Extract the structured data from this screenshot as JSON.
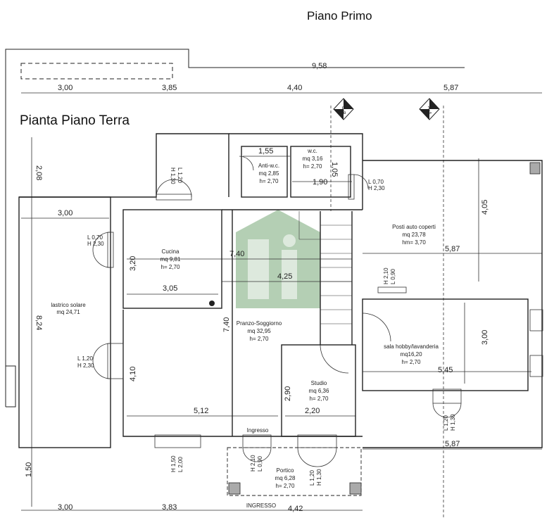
{
  "titles": {
    "upper": "Piano Primo",
    "lower": "Pianta Piano Terra"
  },
  "dimensions": {
    "top_total": "9,58",
    "top": [
      "3,00",
      "3,85",
      "4,40",
      "5,87"
    ],
    "bottom": [
      "3,00",
      "3,83",
      "4,42"
    ],
    "left": [
      "2,08",
      "8,24",
      "1,50"
    ],
    "right": [
      "4,05",
      "3,00"
    ],
    "inner": {
      "lastrico_width": "3,00",
      "antiwc_width": "1,55",
      "wc_width": "1,90",
      "wc_height": "1,05",
      "cucina_height": "3,20",
      "cucina_width": "3,05",
      "soggiorno_width": "7,40",
      "soggiorno_height": "7,40",
      "stair_width": "4,25",
      "lower_left_height": "4,10",
      "lower_width": "5,12",
      "studio_height": "2,90",
      "studio_width": "2,20",
      "garage_width": "5,87",
      "garage_bottom_width": "5,87",
      "hobby_width": "5,45"
    }
  },
  "rooms": {
    "lastrico": [
      "lastrico solare",
      "mq 24,71"
    ],
    "cucina": [
      "Cucina",
      "mq 9,81",
      "h= 2,70"
    ],
    "antiwc": [
      "Anti-w.c.",
      "mq 2,85",
      "h= 2,70"
    ],
    "wc": [
      "w.c.",
      "mq 3,16",
      "h= 2,70"
    ],
    "soggiorno": [
      "Pranzo-Soggiorno",
      "mq 32,95",
      "h= 2,70"
    ],
    "posti": [
      "Posti auto coperti",
      "mq 23,78",
      "hm= 3,70"
    ],
    "hobby": [
      "sala hobby/lavanderia",
      "mq16,20",
      "h= 2,70"
    ],
    "studio": [
      "Studio",
      "mq 6,36",
      "h= 2,70"
    ],
    "portico": [
      "Portico",
      "mq 6,28",
      "h= 2,70"
    ]
  },
  "openings": {
    "w_left_top": [
      "L 0,70",
      "H 2,30"
    ],
    "w_left_bottom": [
      "L 1,20",
      "H 2,30"
    ],
    "w_cucina": [
      "H 1,30",
      "L 1,20"
    ],
    "w_wc": [
      "L 0,70",
      "H 2,30"
    ],
    "w_hobby_top": [
      "H 2,10",
      "L 0,90"
    ],
    "w_bottom_left": [
      "H 1,50",
      "L 2,00"
    ],
    "w_ingresso": [
      "H 2,10",
      "L 0,90"
    ],
    "w_portico": [
      "L 1,20",
      "H 1,30"
    ],
    "w_hobby_bottom": [
      "L 1,20",
      "H 1,30"
    ]
  },
  "labels": {
    "ingresso": "Ingresso",
    "ingresso_main": "INGRESSO"
  },
  "section_marks": [
    "B-B",
    "A-A"
  ],
  "logo": "Si"
}
